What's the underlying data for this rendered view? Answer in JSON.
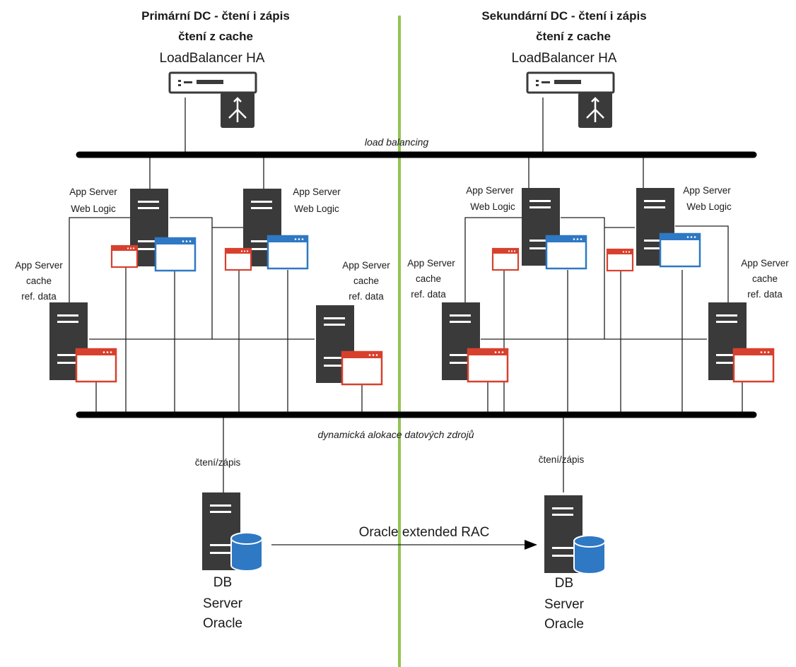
{
  "primary": {
    "title_line1": "Primární DC - čtení i zápis",
    "title_line2": "čtení z cache",
    "loadbalancer": "LoadBalancer HA",
    "webapp_left": [
      "App Server",
      "Web Logic"
    ],
    "webapp_right": [
      "App Server",
      "Web Logic"
    ],
    "cache_left": [
      "App Server",
      "cache",
      "ref. data"
    ],
    "cache_right": [
      "App Server",
      "cache",
      "ref. data"
    ],
    "rw_label": "čtení/zápis",
    "db": [
      "DB",
      "Server",
      "Oracle"
    ]
  },
  "secondary": {
    "title_line1": "Sekundární DC - čtení i zápis",
    "title_line2": "čtení z cache",
    "loadbalancer": "LoadBalancer HA",
    "webapp_left": [
      "App Server",
      "Web Logic"
    ],
    "webapp_right": [
      "App Server",
      "Web Logic"
    ],
    "cache_left": [
      "App Server",
      "cache",
      "ref. data"
    ],
    "cache_right": [
      "App Server",
      "cache",
      "ref. data"
    ],
    "rw_label": "čtení/zápis",
    "db": [
      "DB",
      "Server",
      "Oracle"
    ]
  },
  "bus_top_label": "load balancing",
  "bus_bottom_label": "dynamická alokace datových zdrojů",
  "replication_label": "Oracle extended RAC",
  "colors": {
    "divider": "#92c353",
    "server": "#3a3a3a",
    "red_window": "#d8402e",
    "blue_window": "#2f78c4",
    "db_cylinder": "#2f78c4",
    "bus": "#000000"
  },
  "icons": [
    "loadbalancer-icon",
    "server-icon",
    "app-window-icon",
    "database-icon",
    "arrow-icon"
  ]
}
